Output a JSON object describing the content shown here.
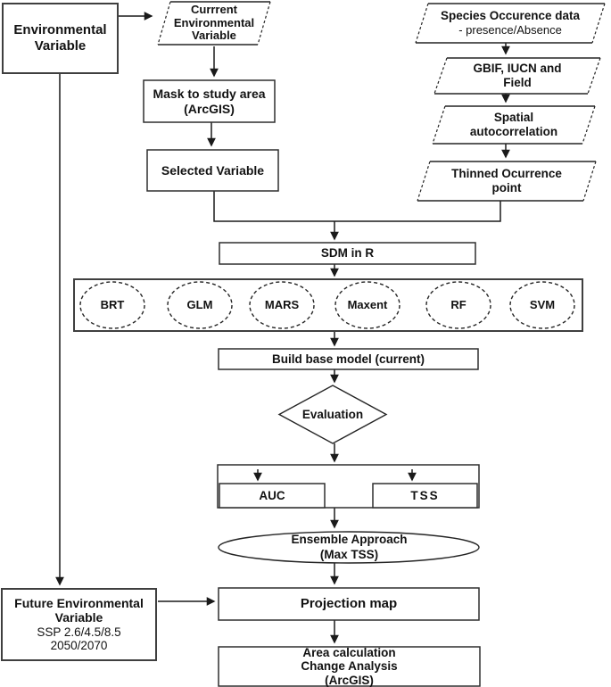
{
  "diagram": {
    "title": "SDM workflow flowchart",
    "nodes": {
      "environmental_variable": {
        "label": "Environmental\nVariable"
      },
      "current_environmental_variable": {
        "label": "Currrent\nEnvironmental\nVariable"
      },
      "mask_to_study_area": {
        "label": "Mask to study area\n(ArcGIS)"
      },
      "selected_variable": {
        "label": "Selected Variable"
      },
      "species_occurrence_data": {
        "label": "Species Occurence data",
        "sublabel": "- presence/Absence"
      },
      "gbif_iucn_field": {
        "label": "GBIF, IUCN and\nField"
      },
      "spatial_autocorrelation": {
        "label": "Spatial\nautocorrelation"
      },
      "thinned_occurrence_point": {
        "label": "Thinned Ocurrence\npoint"
      },
      "sdm_in_r": {
        "label": "SDM in R"
      },
      "models": {
        "items": [
          "BRT",
          "GLM",
          "MARS",
          "Maxent",
          "RF",
          "SVM"
        ]
      },
      "build_base_model": {
        "label": "Build base model (current)"
      },
      "evaluation": {
        "label": "Evaluation"
      },
      "auc": {
        "label": "AUC"
      },
      "tss": {
        "label": "TSS"
      },
      "ensemble_approach": {
        "label": "Ensemble Approach\n(Max TSS)"
      },
      "projection_map": {
        "label": "Projection map"
      },
      "area_calculation": {
        "label": "Area calculation\nChange Analysis\n(ArcGIS)"
      },
      "future_environmental_variable": {
        "label": "Future Environmental\nVariable",
        "sublabel": "SSP 2.6/4.5/8.5\n2050/2070"
      }
    },
    "colors": {
      "background": "#ffffff",
      "line": "#1a1a1a",
      "border": "#2f2f2f",
      "text": "#121212"
    }
  }
}
